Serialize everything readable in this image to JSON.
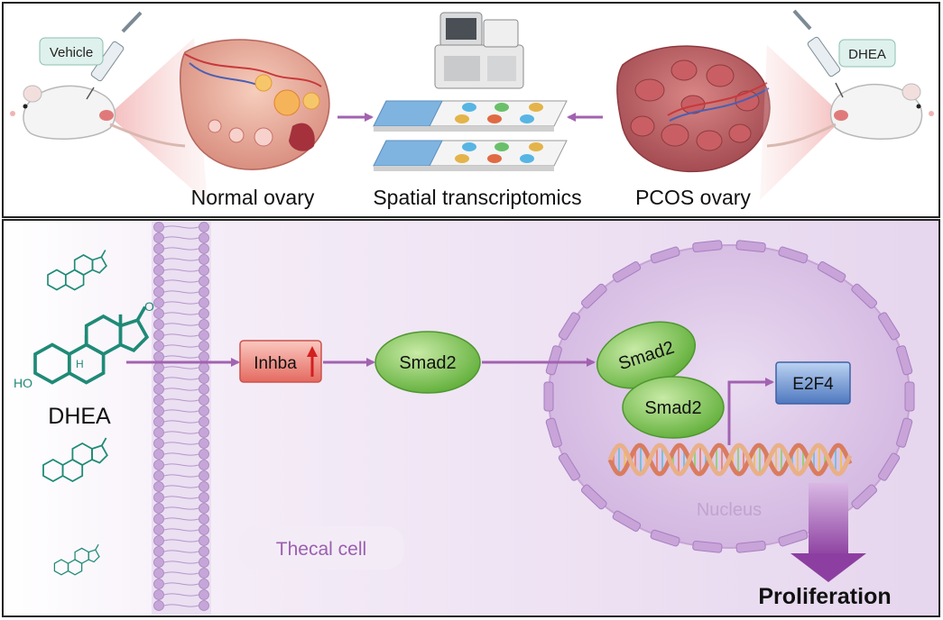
{
  "top_panel": {
    "vehicle_tag": "Vehicle",
    "dhea_tag": "DHEA",
    "normal_label": "Normal ovary",
    "spatial_label": "Spatial transcriptomics",
    "pcos_label": "PCOS ovary"
  },
  "bottom_panel": {
    "dhea_label": "DHEA",
    "ho_label": "HO",
    "ketone_label": "O",
    "h_label": "H",
    "inhba_label": "Inhba",
    "smad2_cyto": "Smad2",
    "smad2_nuc_a": "Smad2",
    "smad2_nuc_b": "Smad2",
    "e2f4_label": "E2F4",
    "nucleus_label": "Nucleus",
    "thecal_label": "Thecal cell",
    "proliferation_label": "Proliferation"
  },
  "colors": {
    "arrow_purple": "#a262b0",
    "steroid_teal": "#1f8a77",
    "smad_green": "#7fc456",
    "inhba_red": "#ee7b72",
    "e2f4_blue": "#5f88c8",
    "membrane_lilac": "#c6a6d8",
    "nucleus_lilac": "#d9bfe4"
  }
}
